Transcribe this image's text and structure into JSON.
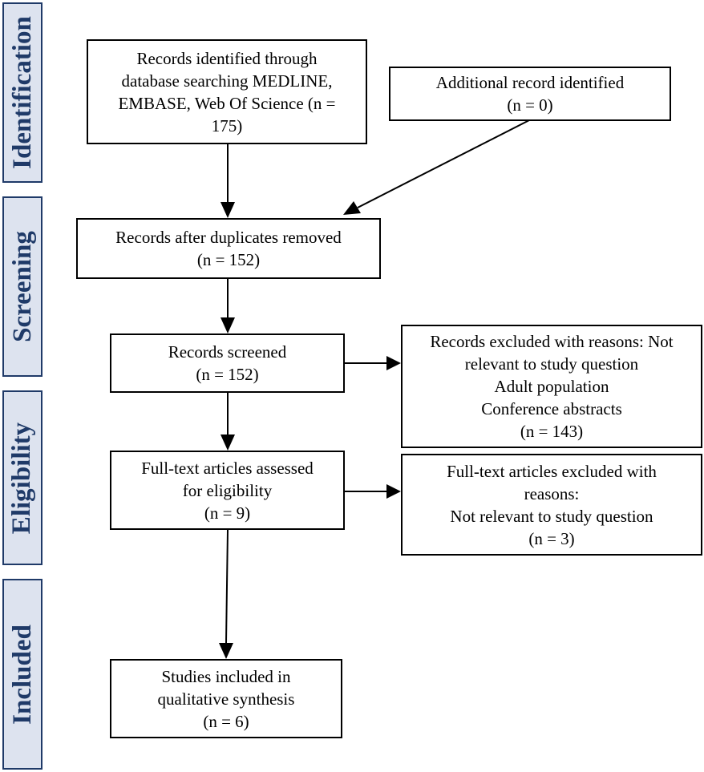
{
  "stages": {
    "identification": "Identification",
    "screening": "Screening",
    "eligibility": "Eligibility",
    "included": "Included"
  },
  "boxes": {
    "records_identified": {
      "lines": [
        "Records identified through",
        "database searching  MEDLINE,",
        "EMBASE, Web Of Science (n =",
        "175)"
      ]
    },
    "additional_records": {
      "lines": [
        "Additional record identified",
        "(n = 0)"
      ]
    },
    "duplicates_removed": {
      "lines": [
        "Records after duplicates removed",
        "(n = 152)"
      ]
    },
    "records_screened": {
      "lines": [
        "Records screened",
        "(n = 152)"
      ]
    },
    "records_excluded": {
      "lines": [
        "Records excluded with reasons: Not",
        "relevant to study question",
        "Adult population",
        "Conference abstracts",
        "(n = 143)"
      ]
    },
    "fulltext_assessed": {
      "lines": [
        "Full-text articles assessed",
        "for eligibility",
        "(n = 9)"
      ]
    },
    "fulltext_excluded": {
      "lines": [
        "Full-text articles excluded with",
        "reasons:",
        "Not relevant to study question",
        "(n = 3)"
      ]
    },
    "studies_included": {
      "lines": [
        "Studies included in",
        "qualitative synthesis",
        "(n = 6)"
      ]
    }
  },
  "colors": {
    "stage_fill": "#dde3ef",
    "stage_border": "#1f3a68",
    "stage_text": "#1f3a68",
    "box_border": "#000000",
    "arrow": "#000000"
  }
}
